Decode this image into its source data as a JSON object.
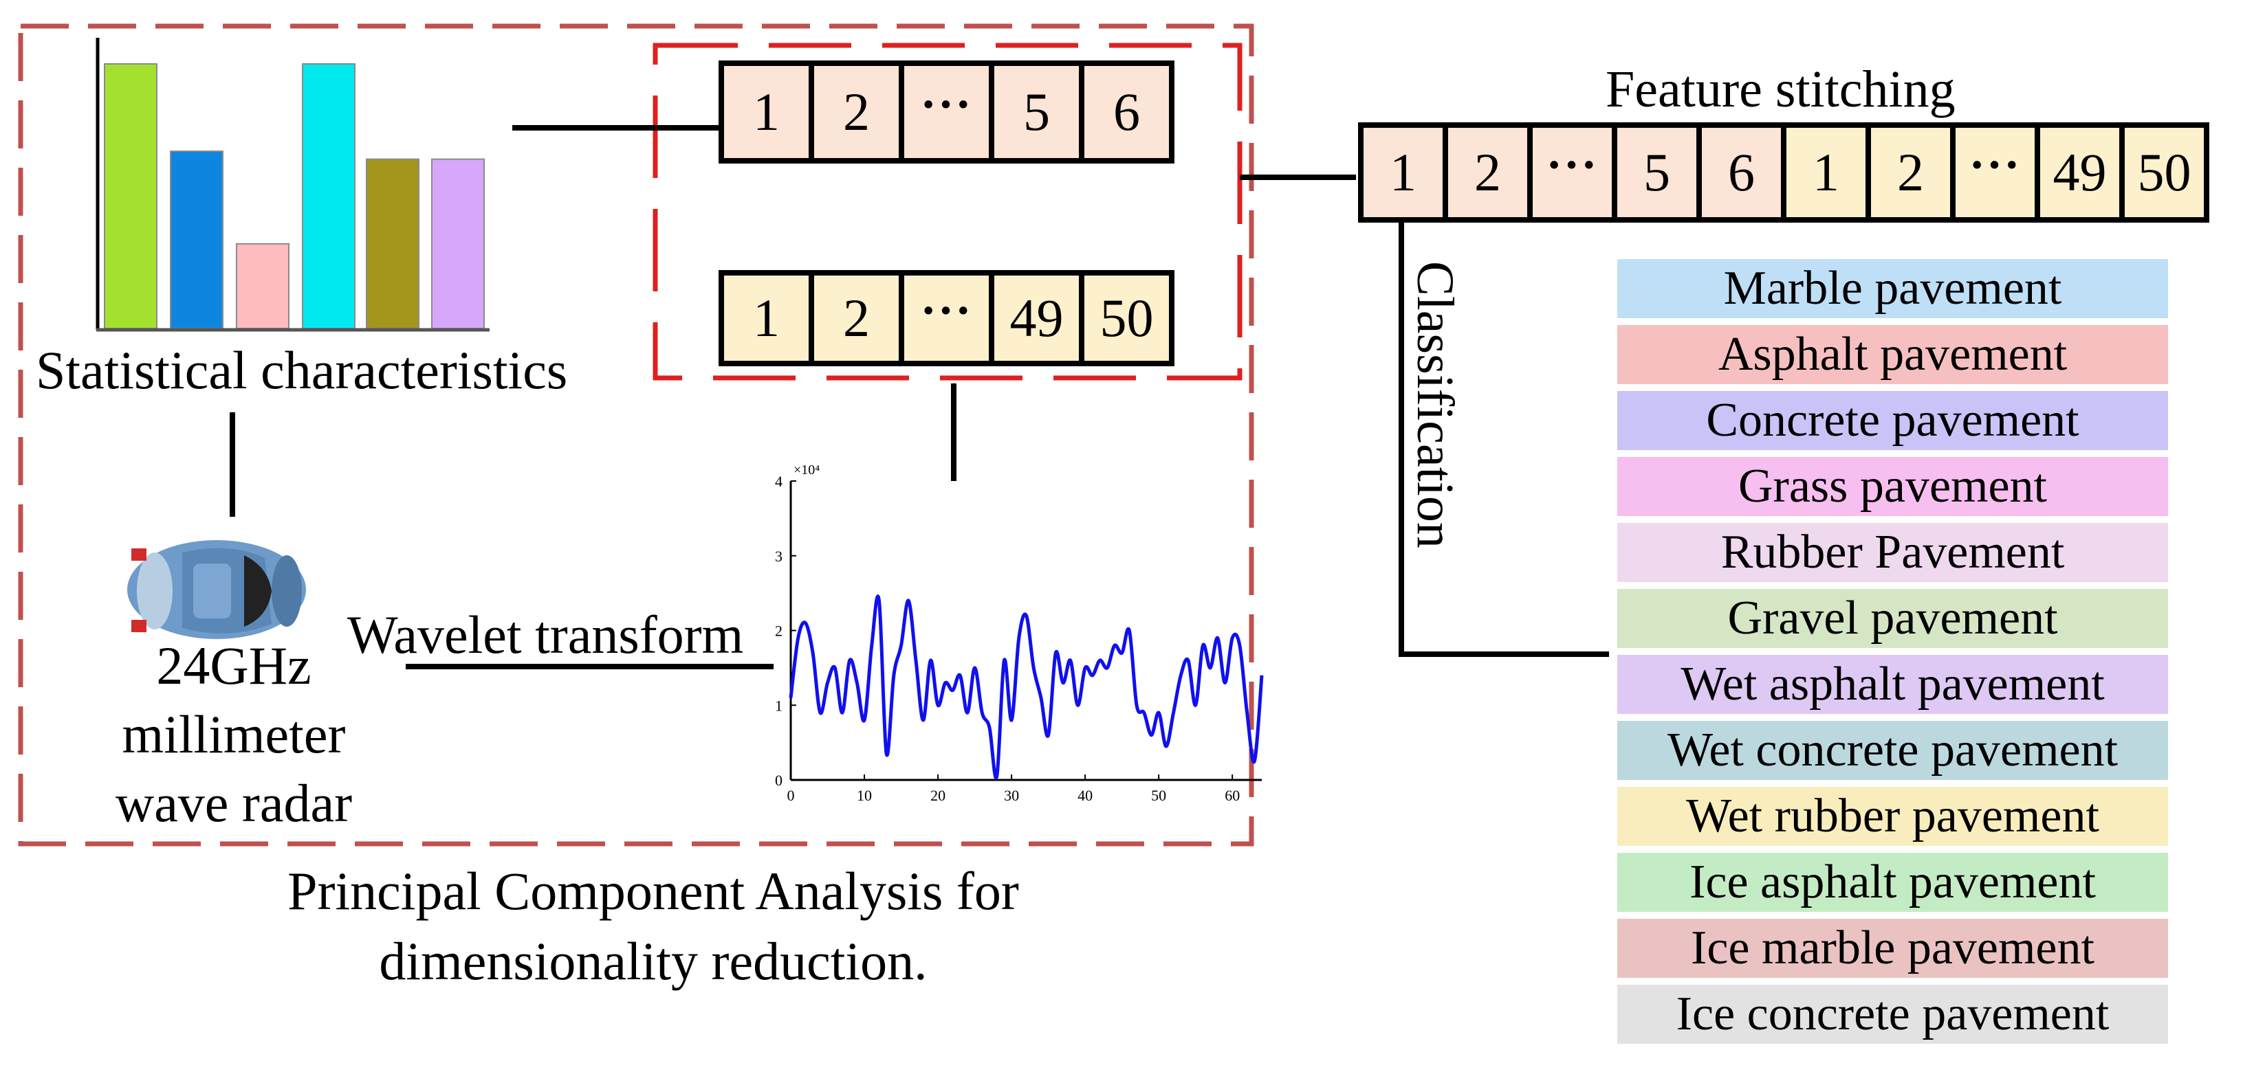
{
  "feature_extraction": {
    "statistical_label": "Statistical characteristics",
    "radar_label_lines": [
      "24GHz",
      "millimeter",
      "wave radar"
    ],
    "wavelet_label": "Wavelet transform",
    "pca_caption_lines": [
      "Principal Component Analysis for",
      "dimensionality reduction."
    ]
  },
  "stat_bar_colors": [
    "#a4e12f",
    "#0e86e0",
    "#ffbcc0",
    "#00e9ee",
    "#a4951c",
    "#d7a7fb"
  ],
  "stat_bar_values": [
    1.0,
    0.67,
    0.32,
    1.0,
    0.64,
    0.64
  ],
  "stat_vector": {
    "cells": [
      "1",
      "2",
      "···",
      "5",
      "6"
    ],
    "fill": "#fce4d6"
  },
  "wavelet_vector": {
    "cells": [
      "1",
      "2",
      "···",
      "49",
      "50"
    ],
    "fill": "#fdf0cc"
  },
  "stitching": {
    "title": "Feature stitching",
    "cells": [
      "1",
      "2",
      "···",
      "5",
      "6",
      "1",
      "2",
      "···",
      "49",
      "50"
    ],
    "fills": [
      "#fce4d6",
      "#fce4d6",
      "#fce4d6",
      "#fce4d6",
      "#fce4d6",
      "#fdf0cc",
      "#fdf0cc",
      "#fdf0cc",
      "#fdf0cc",
      "#fdf0cc"
    ]
  },
  "classification_label": "Classification",
  "classes": [
    {
      "label": "Marble pavement",
      "color": "#bfdff7"
    },
    {
      "label": "Asphalt pavement",
      "color": "#f7c0c0"
    },
    {
      "label": "Concrete pavement",
      "color": "#c9c3f7"
    },
    {
      "label": "Grass pavement",
      "color": "#f6bfef"
    },
    {
      "label": "Rubber Pavement",
      "color": "#efd9ee"
    },
    {
      "label": "Gravel pavement",
      "color": "#d4e6c4"
    },
    {
      "label": "Wet asphalt pavement",
      "color": "#dec9f4"
    },
    {
      "label": "Wet concrete pavement",
      "color": "#bcd8df"
    },
    {
      "label": "Wet rubber pavement",
      "color": "#f9edbd"
    },
    {
      "label": "Ice asphalt pavement",
      "color": "#c4ecc4"
    },
    {
      "label": "Ice marble pavement",
      "color": "#ebc2c2"
    },
    {
      "label": "Ice concrete pavement",
      "color": "#e2e2e2"
    }
  ],
  "colors": {
    "outer_dash": "#c0504d",
    "inner_dash": "#e02020",
    "signal_line": "#1010ee"
  },
  "chart_data": {
    "type": "line",
    "title": "",
    "xlabel": "",
    "ylabel": "",
    "y_multiplier_label": "×10⁴",
    "xlim": [
      0,
      64
    ],
    "ylim": [
      0,
      4
    ],
    "x_ticks": [
      "0",
      "10",
      "20",
      "30",
      "40",
      "50",
      "60"
    ],
    "y_ticks": [
      "0",
      "1",
      "2",
      "3",
      "4"
    ],
    "series": [
      {
        "x": [
          0,
          1,
          2,
          3,
          4,
          5,
          6,
          7,
          8,
          9,
          10,
          11,
          12,
          13,
          14,
          15,
          16,
          17,
          18,
          19,
          20,
          21,
          22,
          23,
          24,
          25,
          26,
          27,
          28,
          29,
          30,
          31,
          32,
          33,
          34,
          35,
          36,
          37,
          38,
          39,
          40,
          41,
          42,
          43,
          44,
          45,
          46,
          47,
          48,
          49,
          50,
          51,
          52,
          53,
          54,
          55,
          56,
          57,
          58,
          59,
          60,
          61,
          62,
          63,
          64
        ],
        "values": [
          1.1,
          1.9,
          2.1,
          1.7,
          0.9,
          1.3,
          1.5,
          0.9,
          1.6,
          1.3,
          0.8,
          1.8,
          2.4,
          0.35,
          1.4,
          1.8,
          2.4,
          1.6,
          0.8,
          1.6,
          1.0,
          1.3,
          1.2,
          1.4,
          0.9,
          1.5,
          0.9,
          0.7,
          0.05,
          1.6,
          0.8,
          1.9,
          2.2,
          1.5,
          1.1,
          0.6,
          1.7,
          1.3,
          1.6,
          1.0,
          1.5,
          1.4,
          1.6,
          1.5,
          1.8,
          1.7,
          2.0,
          1.0,
          0.9,
          0.6,
          0.9,
          0.45,
          0.9,
          1.4,
          1.6,
          1.0,
          1.8,
          1.5,
          1.9,
          1.3,
          1.9,
          1.8,
          0.9,
          0.25,
          1.4
        ]
      }
    ]
  }
}
